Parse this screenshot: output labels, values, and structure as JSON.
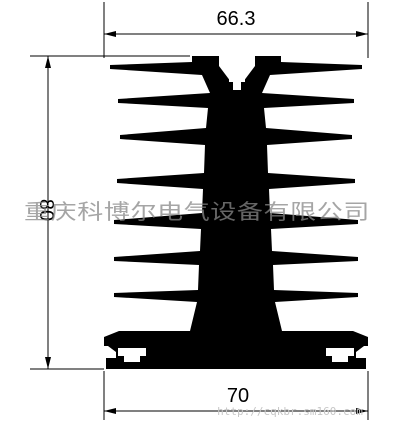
{
  "dimensions": {
    "top_width": "66.3",
    "bottom_width": "70",
    "height": "80"
  },
  "watermark": {
    "company": "重庆科博尔电气设备有限公司",
    "url": "http://cqkbr.sm160.com"
  },
  "colors": {
    "profile": "#000000",
    "background": "#ffffff",
    "watermark": "#888888"
  }
}
